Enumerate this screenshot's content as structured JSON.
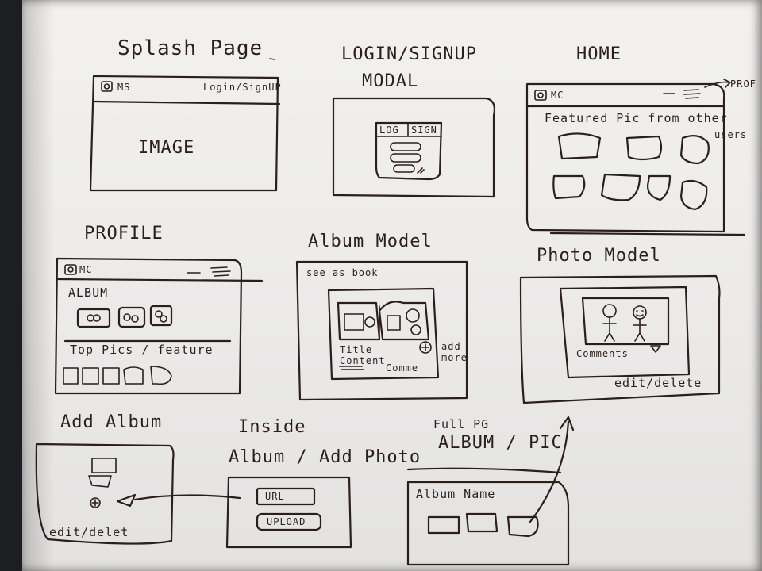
{
  "sketches": {
    "splash": {
      "title": "Splash Page",
      "logo": "MS",
      "login_link": "Login/SignUP",
      "image_label": "IMAGE"
    },
    "login_modal": {
      "title_line1": "LOGIN/SIGNUP",
      "title_line2": "MODAL",
      "tab_log": "LOG",
      "tab_sign": "SIGN"
    },
    "home": {
      "title": "HOME",
      "logo": "MC",
      "prof_label": "PROF",
      "featured_label": "Featured Pic from other",
      "users_label": "users"
    },
    "profile": {
      "title": "PROFILE",
      "logo": "MC",
      "album_label": "ALBUM",
      "top_pics_label": "Top Pics / feature"
    },
    "album_model": {
      "title": "Album Model",
      "see_as_book": "see as book",
      "title_content": "Title Content",
      "comments_label": "Comme",
      "add_more": "add more"
    },
    "photo_model": {
      "title": "Photo Model",
      "comments_label": "Comments",
      "edit_delete": "edit/delete"
    },
    "add_album": {
      "title": "Add Album",
      "edit_delete": "edit/delet"
    },
    "inside_album": {
      "title_line1": "Inside",
      "title_line2": "Album / Add Photo",
      "url_button": "URL",
      "upload_button": "UPLOAD"
    },
    "full_page": {
      "title_line1": "Full PG",
      "title_line2": "ALBUM / PIC",
      "album_name": "Album Name"
    }
  }
}
